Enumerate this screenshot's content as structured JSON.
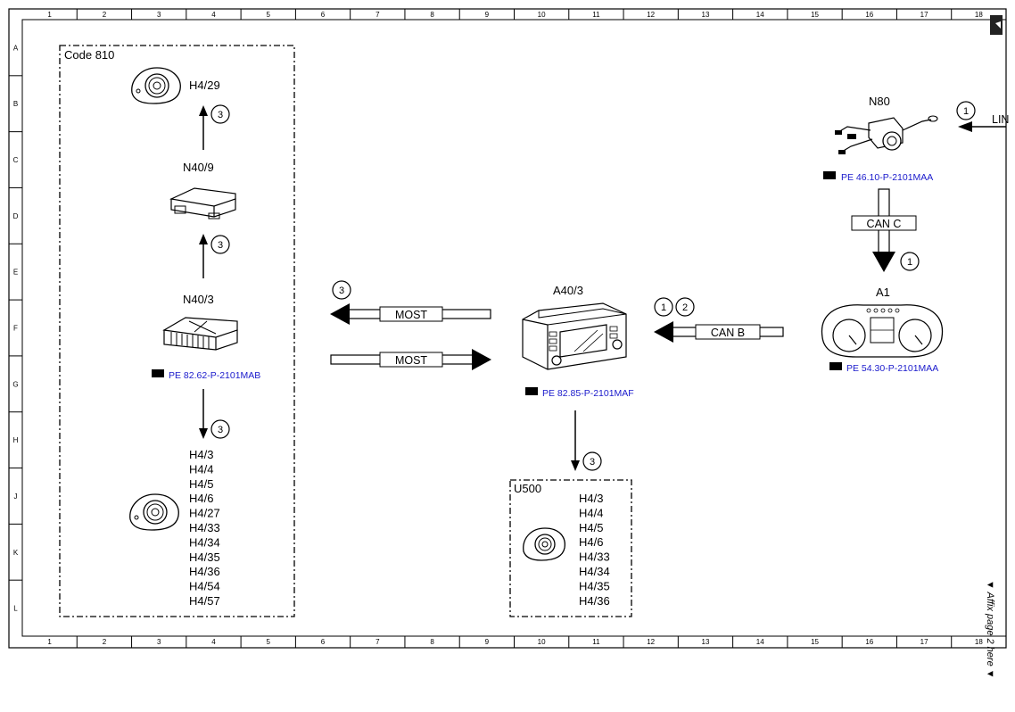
{
  "grid": {
    "columns": [
      "1",
      "2",
      "3",
      "4",
      "5",
      "6",
      "7",
      "8",
      "9",
      "10",
      "11",
      "12",
      "13",
      "14",
      "15",
      "16",
      "17",
      "18"
    ],
    "rows": [
      "A",
      "B",
      "C",
      "D",
      "E",
      "F",
      "G",
      "H",
      "J",
      "K",
      "L"
    ]
  },
  "groups": {
    "code810": {
      "title": "Code 810"
    },
    "u500": {
      "title": "U500"
    }
  },
  "components": {
    "h4_29": "H4/29",
    "n40_9": "N40/9",
    "n40_3": "N40/3",
    "a40_3": "A40/3",
    "n80": "N80",
    "a1": "A1"
  },
  "speaker_lists": {
    "code810": [
      "H4/3",
      "H4/4",
      "H4/5",
      "H4/6",
      "H4/27",
      "H4/33",
      "H4/34",
      "H4/35",
      "H4/36",
      "H4/54",
      "H4/57"
    ],
    "u500": [
      "H4/3",
      "H4/4",
      "H4/5",
      "H4/6",
      "H4/33",
      "H4/34",
      "H4/35",
      "H4/36"
    ]
  },
  "references": {
    "n40_3": "PE 82.62-P-2101MAB",
    "a40_3": "PE 82.85-P-2101MAF",
    "n80": "PE 46.10-P-2101MAA",
    "a1": "PE 54.30-P-2101MAA"
  },
  "buses": {
    "most_out": "MOST",
    "most_in": "MOST",
    "can_b": "CAN B",
    "can_c": "CAN C",
    "lin": "LIN"
  },
  "circled_numbers": {
    "c_h429": "3",
    "c_n409": "3",
    "c_down": "3",
    "c_most": "3",
    "c_canb_1": "1",
    "c_canb_2": "2",
    "c_canc": "1",
    "c_lin": "1",
    "c_u500": "3"
  },
  "side_note": "▼ Affix page 2 here ▼",
  "colors": {
    "reference_text": "#1a1acc",
    "line": "#000000"
  }
}
